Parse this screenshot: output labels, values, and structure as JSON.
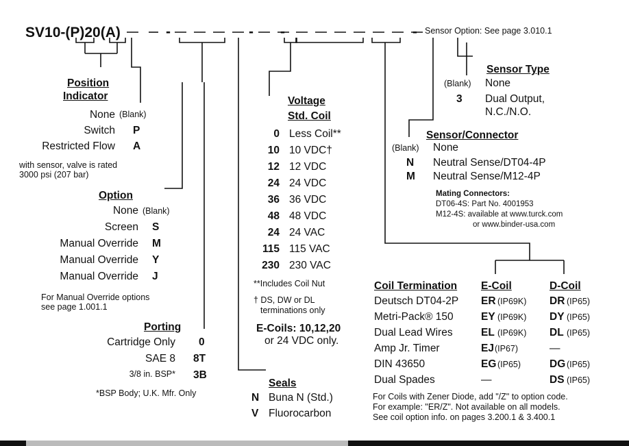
{
  "header": {
    "model_code": "SV10-(P)20(A)",
    "sensor_note": "Sensor Option: See page 3.010.1"
  },
  "position_indicator": {
    "heading_line1": "Position",
    "heading_line2": "Indicator",
    "rows": [
      {
        "label": "None",
        "code": "(Blank)"
      },
      {
        "label": "Switch",
        "code": "P"
      },
      {
        "label": "Restricted Flow",
        "code": "A"
      }
    ],
    "note_line1": "with sensor, valve is rated",
    "note_line2": "3000 psi (207 bar)"
  },
  "option": {
    "heading": "Option",
    "rows": [
      {
        "label": "None",
        "code": "(Blank)"
      },
      {
        "label": "Screen",
        "code": "S"
      },
      {
        "label": "Manual Override",
        "code": "M"
      },
      {
        "label": "Manual Override",
        "code": "Y"
      },
      {
        "label": "Manual Override",
        "code": "J"
      }
    ],
    "note_line1": "For Manual Override options",
    "note_line2": "see page 1.001.1"
  },
  "porting": {
    "heading": "Porting",
    "rows": [
      {
        "label": "Cartridge Only",
        "code": "0"
      },
      {
        "label": "SAE 8",
        "code": "8T"
      },
      {
        "label": "3/8 in. BSP*",
        "code": "3B"
      }
    ],
    "note": "*BSP Body; U.K. Mfr. Only"
  },
  "voltage": {
    "heading_line1": "Voltage",
    "heading_line2": "Std. Coil",
    "rows": [
      {
        "code": "0",
        "label": "Less Coil**"
      },
      {
        "code": "10",
        "label": "10 VDC†"
      },
      {
        "code": "12",
        "label": "12 VDC"
      },
      {
        "code": "24",
        "label": "24 VDC"
      },
      {
        "code": "36",
        "label": "36 VDC"
      },
      {
        "code": "48",
        "label": "48 VDC"
      },
      {
        "code": "24",
        "label": "24 VAC"
      },
      {
        "code": "115",
        "label": "115 VAC"
      },
      {
        "code": "230",
        "label": "230 VAC"
      }
    ],
    "note1": "**Includes Coil Nut",
    "note2_line1": "† DS, DW or DL",
    "note2_line2": "terminations only",
    "ecoil_line1": "E-Coils: 10,12,20",
    "ecoil_line2": "or 24 VDC only."
  },
  "seals": {
    "heading": "Seals",
    "rows": [
      {
        "code": "N",
        "label": "Buna N (Std.)"
      },
      {
        "code": "V",
        "label": "Fluorocarbon"
      }
    ]
  },
  "sensor_type": {
    "heading": "Sensor Type",
    "rows": [
      {
        "code": "(Blank)",
        "label": "None"
      },
      {
        "code": "3",
        "label": "Dual Output,",
        "label2": "N.C./N.O."
      }
    ]
  },
  "sensor_connector": {
    "heading": "Sensor/Connector",
    "rows": [
      {
        "code": "(Blank)",
        "label": "None"
      },
      {
        "code": "N",
        "label": "Neutral Sense/DT04-4P"
      },
      {
        "code": "M",
        "label": "Neutral Sense/M12-4P"
      }
    ],
    "mating_heading": "Mating Connectors:",
    "mating_line1": "DT06-4S: Part No. 4001953",
    "mating_line2": "M12-4S: available at www.turck.com",
    "mating_line3": "or www.binder-usa.com"
  },
  "coil_termination": {
    "headers": [
      "Coil Termination",
      "E-Coil",
      "D-Coil"
    ],
    "rows": [
      {
        "name": "Deutsch DT04-2P",
        "e_code": "ER",
        "e_rating": "(IP69K)",
        "d_code": "DR",
        "d_rating": "(IP65)"
      },
      {
        "name": "Metri-Pack® 150",
        "e_code": "EY",
        "e_rating": "(IP69K)",
        "d_code": "DY",
        "d_rating": "(IP65)"
      },
      {
        "name": "Dual Lead Wires",
        "e_code": "EL",
        "e_rating": "(IP69K)",
        "d_code": "DL",
        "d_rating": "(IP65)"
      },
      {
        "name": "Amp Jr. Timer",
        "e_code": "EJ",
        "e_rating": "(IP67)",
        "d_code": "—",
        "d_rating": ""
      },
      {
        "name": "DIN 43650",
        "e_code": "EG",
        "e_rating": "(IP65)",
        "d_code": "DG",
        "d_rating": "(IP65)"
      },
      {
        "name": "Dual Spades",
        "e_code": "—",
        "e_rating": "",
        "d_code": "DS",
        "d_rating": "(IP65)"
      }
    ],
    "note_line1": "For Coils with Zener Diode, add \"/Z\" to option code.",
    "note_line2": "For example: \"ER/Z\". Not available on all models.",
    "note_line3": "See coil option info. on pages 3.200.1 & 3.400.1"
  }
}
